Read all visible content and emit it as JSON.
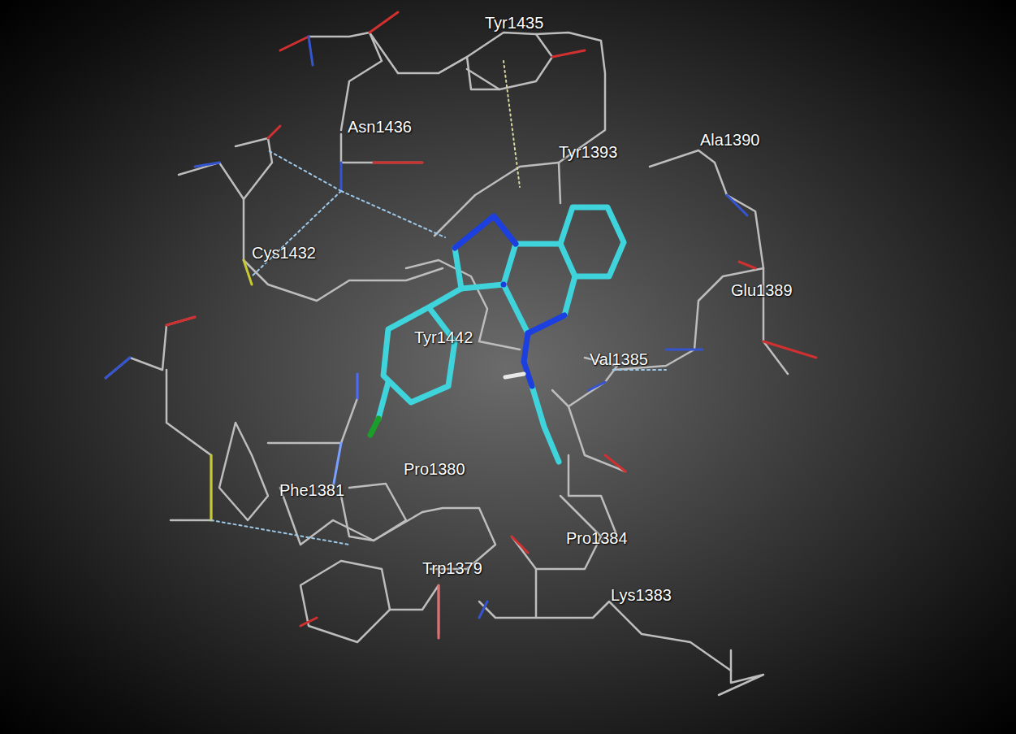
{
  "diagram": {
    "labels": [
      "Tyr1435",
      "Asn1436",
      "Tyr1393",
      "Ala1390",
      "Cys1432",
      "Glu1389",
      "Tyr1442",
      "Val1385",
      "Phe1381",
      "Pro1380",
      "Pro1384",
      "Trp1379",
      "Lys1383"
    ]
  }
}
